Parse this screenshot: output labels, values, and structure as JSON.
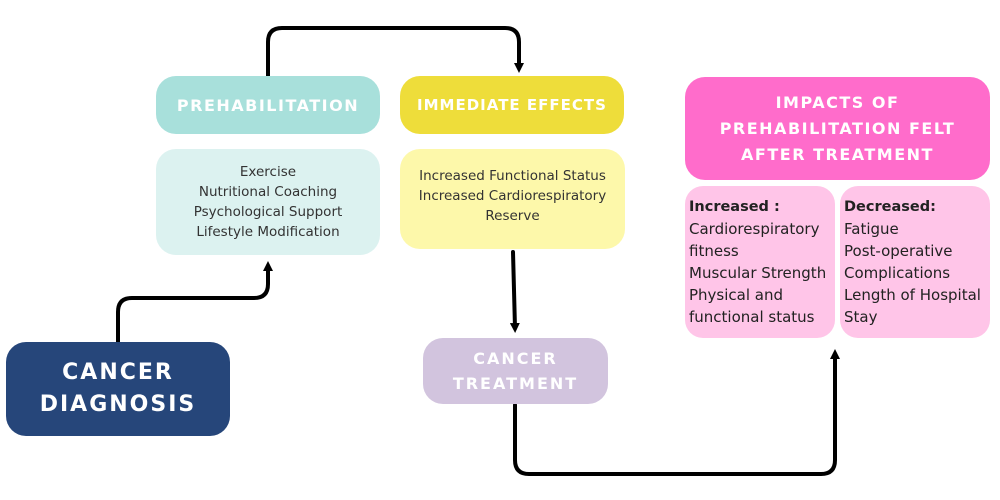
{
  "prehab": {
    "title": "PREHABILITATION",
    "items": [
      "Exercise",
      "Nutritional Coaching",
      "Psychological Support",
      "Lifestyle Modification"
    ]
  },
  "immediate": {
    "title": "IMMEDIATE EFFECTS",
    "items": [
      "Increased Functional Status",
      "Increased Cardiorespiratory",
      "Reserve"
    ]
  },
  "diagnosis": {
    "line1": "CANCER",
    "line2": "DIAGNOSIS"
  },
  "treatment": {
    "line1": "CANCER",
    "line2": "TREATMENT"
  },
  "impacts": {
    "title_lines": [
      "IMPACTS OF",
      "PREHABILITATION FELT",
      "AFTER TREATMENT"
    ],
    "increased": {
      "heading": "Increased :",
      "items": [
        "Cardiorespiratory",
        "fitness",
        "Muscular Strength",
        "Physical and",
        "functional status"
      ]
    },
    "decreased": {
      "heading": "Decreased:",
      "items": [
        "Fatigue",
        "Post-operative",
        "Complications",
        "Length of Hospital",
        "Stay"
      ]
    }
  },
  "colors": {
    "prehab": "#a8e0db",
    "prehab_body": "#dcf2f0",
    "immediate": "#eedd3a",
    "immediate_body": "#fdf8aa",
    "diagnosis": "#26467a",
    "treatment": "#d2c4de",
    "impacts": "#ff6ccb",
    "impacts_body": "#ffc5e8",
    "arrow": "#000000"
  }
}
